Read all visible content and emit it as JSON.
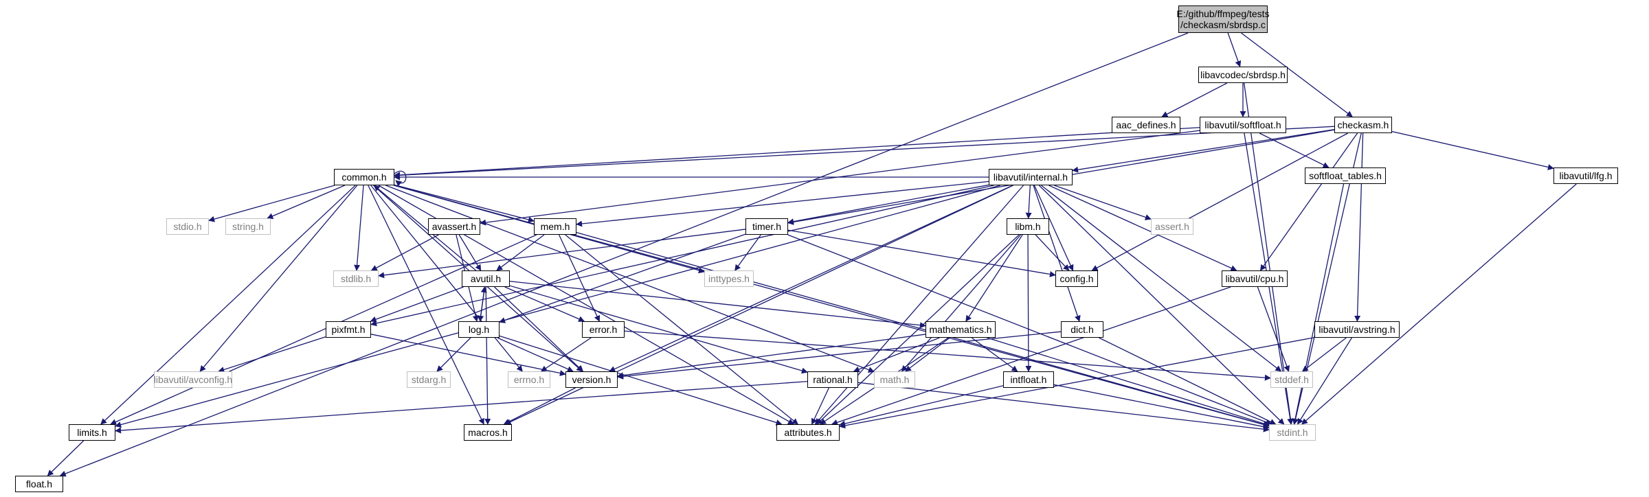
{
  "diagram": {
    "root": "E:/github/ffmpeg/tests/checkasm/sbrdsp.c",
    "nodes": [
      {
        "id": "root",
        "label": "E:/github/ffmpeg/tests\n/checkasm/sbrdsp.c",
        "kind": "root"
      },
      {
        "id": "float_h",
        "label": "float.h",
        "kind": "documented"
      },
      {
        "id": "sbrdsp_h",
        "label": "libavcodec/sbrdsp.h",
        "kind": "documented"
      },
      {
        "id": "checkasm_h",
        "label": "checkasm.h",
        "kind": "documented"
      },
      {
        "id": "aac_defines_h",
        "label": "aac_defines.h",
        "kind": "documented"
      },
      {
        "id": "softfloat_h",
        "label": "libavutil/softfloat.h",
        "kind": "documented"
      },
      {
        "id": "lfg_h",
        "label": "libavutil/lfg.h",
        "kind": "documented"
      },
      {
        "id": "common_h",
        "label": "common.h",
        "kind": "documented"
      },
      {
        "id": "internal_h",
        "label": "libavutil/internal.h",
        "kind": "documented"
      },
      {
        "id": "softfloat_tables_h",
        "label": "softfloat_tables.h",
        "kind": "documented"
      },
      {
        "id": "stdio_h",
        "label": "stdio.h",
        "kind": "system"
      },
      {
        "id": "string_h",
        "label": "string.h",
        "kind": "system"
      },
      {
        "id": "assert_h",
        "label": "assert.h",
        "kind": "system"
      },
      {
        "id": "avassert_h",
        "label": "avassert.h",
        "kind": "documented"
      },
      {
        "id": "mem_h",
        "label": "mem.h",
        "kind": "documented"
      },
      {
        "id": "timer_h",
        "label": "timer.h",
        "kind": "documented"
      },
      {
        "id": "libm_h",
        "label": "libm.h",
        "kind": "documented"
      },
      {
        "id": "stdlib_h",
        "label": "stdlib.h",
        "kind": "system"
      },
      {
        "id": "inttypes_h",
        "label": "inttypes.h",
        "kind": "system"
      },
      {
        "id": "config_h",
        "label": "config.h",
        "kind": "documented"
      },
      {
        "id": "cpu_h",
        "label": "libavutil/cpu.h",
        "kind": "documented"
      },
      {
        "id": "avutil_h",
        "label": "avutil.h",
        "kind": "documented"
      },
      {
        "id": "pixfmt_h",
        "label": "pixfmt.h",
        "kind": "documented"
      },
      {
        "id": "log_h",
        "label": "log.h",
        "kind": "documented"
      },
      {
        "id": "error_h",
        "label": "error.h",
        "kind": "documented"
      },
      {
        "id": "mathematics_h",
        "label": "mathematics.h",
        "kind": "documented"
      },
      {
        "id": "dict_h",
        "label": "dict.h",
        "kind": "documented"
      },
      {
        "id": "avstring_h",
        "label": "libavutil/avstring.h",
        "kind": "documented"
      },
      {
        "id": "avconfig_h",
        "label": "libavutil/avconfig.h",
        "kind": "system"
      },
      {
        "id": "stdarg_h",
        "label": "stdarg.h",
        "kind": "system"
      },
      {
        "id": "errno_h",
        "label": "errno.h",
        "kind": "system"
      },
      {
        "id": "version_h",
        "label": "version.h",
        "kind": "documented"
      },
      {
        "id": "rational_h",
        "label": "rational.h",
        "kind": "documented"
      },
      {
        "id": "math_h",
        "label": "math.h",
        "kind": "system"
      },
      {
        "id": "intfloat_h",
        "label": "intfloat.h",
        "kind": "documented"
      },
      {
        "id": "stddef_h",
        "label": "stddef.h",
        "kind": "system"
      },
      {
        "id": "limits_h",
        "label": "limits.h",
        "kind": "documented"
      },
      {
        "id": "macros_h",
        "label": "macros.h",
        "kind": "documented"
      },
      {
        "id": "attributes_h",
        "label": "attributes.h",
        "kind": "documented"
      },
      {
        "id": "stdint_h",
        "label": "stdint.h",
        "kind": "system"
      }
    ],
    "edges": [
      [
        "root",
        "float_h"
      ],
      [
        "root",
        "sbrdsp_h"
      ],
      [
        "root",
        "checkasm_h"
      ],
      [
        "sbrdsp_h",
        "aac_defines_h"
      ],
      [
        "sbrdsp_h",
        "softfloat_h"
      ],
      [
        "sbrdsp_h",
        "stdint_h"
      ],
      [
        "checkasm_h",
        "internal_h"
      ],
      [
        "checkasm_h",
        "timer_h"
      ],
      [
        "checkasm_h",
        "cpu_h"
      ],
      [
        "checkasm_h",
        "config_h"
      ],
      [
        "checkasm_h",
        "lfg_h"
      ],
      [
        "checkasm_h",
        "avstring_h"
      ],
      [
        "checkasm_h",
        "stdint_h"
      ],
      [
        "checkasm_h",
        "common_h"
      ],
      [
        "softfloat_h",
        "common_h"
      ],
      [
        "softfloat_h",
        "avassert_h"
      ],
      [
        "softfloat_h",
        "softfloat_tables_h"
      ],
      [
        "softfloat_h",
        "stdint_h"
      ],
      [
        "lfg_h",
        "stdint_h"
      ],
      [
        "softfloat_tables_h",
        "stdint_h"
      ],
      [
        "common_h",
        "common_h"
      ],
      [
        "common_h",
        "stdio_h"
      ],
      [
        "common_h",
        "string_h"
      ],
      [
        "common_h",
        "stdlib_h"
      ],
      [
        "common_h",
        "mem_h"
      ],
      [
        "common_h",
        "inttypes_h"
      ],
      [
        "common_h",
        "limits_h"
      ],
      [
        "common_h",
        "errno_h"
      ],
      [
        "common_h",
        "avconfig_h"
      ],
      [
        "common_h",
        "attributes_h"
      ],
      [
        "common_h",
        "macros_h"
      ],
      [
        "common_h",
        "math_h"
      ],
      [
        "common_h",
        "stdint_h"
      ],
      [
        "common_h",
        "version_h"
      ],
      [
        "internal_h",
        "common_h"
      ],
      [
        "internal_h",
        "timer_h"
      ],
      [
        "internal_h",
        "mem_h"
      ],
      [
        "internal_h",
        "libm_h"
      ],
      [
        "internal_h",
        "assert_h"
      ],
      [
        "internal_h",
        "config_h"
      ],
      [
        "internal_h",
        "cpu_h"
      ],
      [
        "internal_h",
        "dict_h"
      ],
      [
        "internal_h",
        "stddef_h"
      ],
      [
        "internal_h",
        "stdint_h"
      ],
      [
        "internal_h",
        "attributes_h"
      ],
      [
        "internal_h",
        "macros_h"
      ],
      [
        "internal_h",
        "version_h"
      ],
      [
        "internal_h",
        "pixfmt_h"
      ],
      [
        "internal_h",
        "limits_h"
      ],
      [
        "avassert_h",
        "stdlib_h"
      ],
      [
        "avassert_h",
        "avutil_h"
      ],
      [
        "avassert_h",
        "log_h"
      ],
      [
        "mem_h",
        "avutil_h"
      ],
      [
        "mem_h",
        "error_h"
      ],
      [
        "mem_h",
        "attributes_h"
      ],
      [
        "mem_h",
        "stdint_h"
      ],
      [
        "mem_h",
        "limits_h"
      ],
      [
        "timer_h",
        "inttypes_h"
      ],
      [
        "timer_h",
        "config_h"
      ],
      [
        "timer_h",
        "stdlib_h"
      ],
      [
        "timer_h",
        "log_h"
      ],
      [
        "timer_h",
        "stdint_h"
      ],
      [
        "libm_h",
        "config_h"
      ],
      [
        "libm_h",
        "mathematics_h"
      ],
      [
        "libm_h",
        "intfloat_h"
      ],
      [
        "libm_h",
        "math_h"
      ],
      [
        "libm_h",
        "attributes_h"
      ],
      [
        "avutil_h",
        "common_h"
      ],
      [
        "avutil_h",
        "pixfmt_h"
      ],
      [
        "avutil_h",
        "log_h"
      ],
      [
        "avutil_h",
        "error_h"
      ],
      [
        "avutil_h",
        "version_h"
      ],
      [
        "avutil_h",
        "mathematics_h"
      ],
      [
        "avutil_h",
        "rational_h"
      ],
      [
        "avutil_h",
        "macros_h"
      ],
      [
        "cpu_h",
        "stddef_h"
      ],
      [
        "cpu_h",
        "attributes_h"
      ],
      [
        "log_h",
        "avutil_h"
      ],
      [
        "log_h",
        "stdarg_h"
      ],
      [
        "log_h",
        "version_h"
      ],
      [
        "log_h",
        "attributes_h"
      ],
      [
        "error_h",
        "errno_h"
      ],
      [
        "error_h",
        "stddef_h"
      ],
      [
        "pixfmt_h",
        "avconfig_h"
      ],
      [
        "pixfmt_h",
        "version_h"
      ],
      [
        "mathematics_h",
        "rational_h"
      ],
      [
        "mathematics_h",
        "intfloat_h"
      ],
      [
        "mathematics_h",
        "math_h"
      ],
      [
        "mathematics_h",
        "version_h"
      ],
      [
        "mathematics_h",
        "attributes_h"
      ],
      [
        "mathematics_h",
        "stdint_h"
      ],
      [
        "dict_h",
        "version_h"
      ],
      [
        "dict_h",
        "stdint_h"
      ],
      [
        "avstring_h",
        "stddef_h"
      ],
      [
        "avstring_h",
        "stdint_h"
      ],
      [
        "avstring_h",
        "attributes_h"
      ],
      [
        "version_h",
        "macros_h"
      ],
      [
        "rational_h",
        "limits_h"
      ],
      [
        "rational_h",
        "stdint_h"
      ],
      [
        "rational_h",
        "attributes_h"
      ],
      [
        "intfloat_h",
        "attributes_h"
      ],
      [
        "intfloat_h",
        "stdint_h"
      ],
      [
        "limits_h",
        "float_h"
      ]
    ]
  }
}
